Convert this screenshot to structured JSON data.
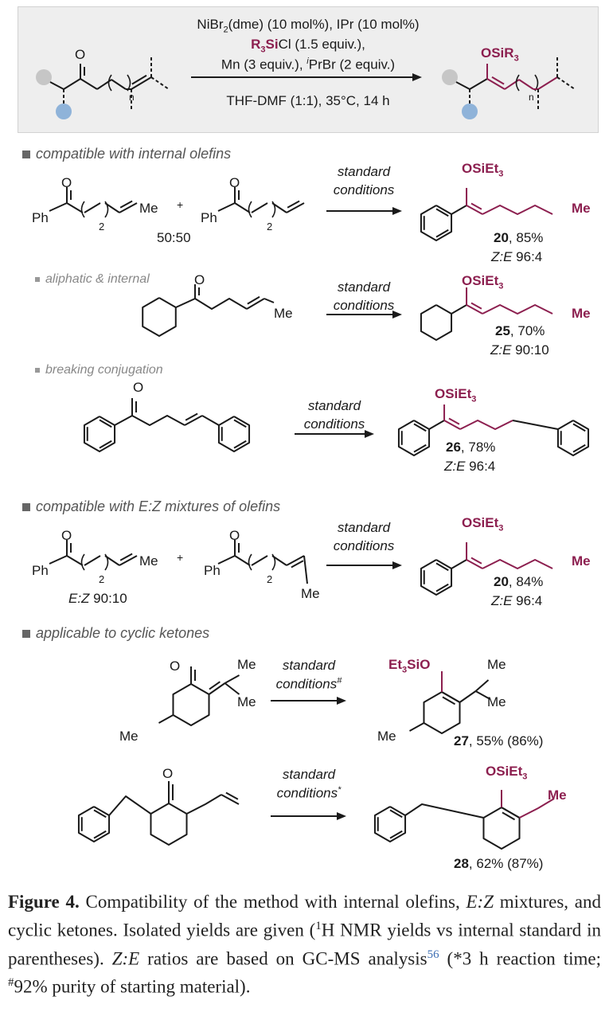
{
  "scheme": {
    "line1": [
      "NiBr",
      "2",
      "(dme) (10 mol%), IPr (10 mol%)"
    ],
    "line2": [
      "R",
      "3",
      "Si",
      "Cl (1.5 equiv.),"
    ],
    "line3": [
      "Mn (3 equiv.), ",
      "i",
      "PrBr (2 equiv.)"
    ],
    "line4": "THF-DMF (1:1),  35°C, 14 h",
    "reactant_o": "O",
    "product_label": [
      "OSiR",
      "3"
    ],
    "n": "n",
    "colors": {
      "grey_group": "#c6c6c6",
      "blue_group": "#8fb3d9",
      "highlight": "#8c1f4f"
    }
  },
  "sections": [
    {
      "label": "compatible with internal olefins"
    },
    {
      "label": "aliphatic & internal"
    },
    {
      "label": "breaking conjugation"
    },
    {
      "label": "compatible with E:Z mixtures of olefins"
    },
    {
      "label": "applicable to cyclic ketones"
    }
  ],
  "conditions": {
    "line1": "standard",
    "line2": "conditions",
    "star": "*",
    "hash": "#"
  },
  "atoms": {
    "O": "O",
    "Ph": "Ph",
    "Me": "Me",
    "two": "2",
    "plus": "+",
    "osi": [
      "OSiEt",
      "3"
    ],
    "et3sio": [
      "Et",
      "3",
      "SiO"
    ]
  },
  "rows": [
    {
      "mixture": "50:50",
      "compound": "20",
      "yield": ", 85%",
      "ratio_label": "Z:E",
      "ratio": " 96:4"
    },
    {
      "compound": "25",
      "yield": ", 70%",
      "ratio_label": "Z:E",
      "ratio": " 90:10"
    },
    {
      "compound": "26",
      "yield": ", 78%",
      "ratio_label": "Z:E",
      "ratio": " 96:4"
    },
    {
      "mixture_label": "E:Z",
      "mixture": " 90:10",
      "compound": "20",
      "yield": ", 84%",
      "ratio_label": "Z:E",
      "ratio": " 96:4"
    },
    {
      "compound": "27",
      "yield": ", 55% (86%)"
    },
    {
      "compound": "28",
      "yield": ", 62% (87%)"
    }
  ],
  "caption": {
    "fig": "Figure 4.",
    "s1": " Compatibility of the method with internal olefins, ",
    "i1": "E:Z",
    "s2": " mixtures, and cyclic ketones. Isolated yields are given (",
    "sup1": "1",
    "s3": "H NMR yields vs internal standard in parentheses). ",
    "i2": "Z:E",
    "s4": " ratios are based on GC-MS analysis",
    "ref": "56",
    "s5": " (*3 h reaction time; ",
    "sup2": "#",
    "s6": "92% purity of starting material)."
  }
}
